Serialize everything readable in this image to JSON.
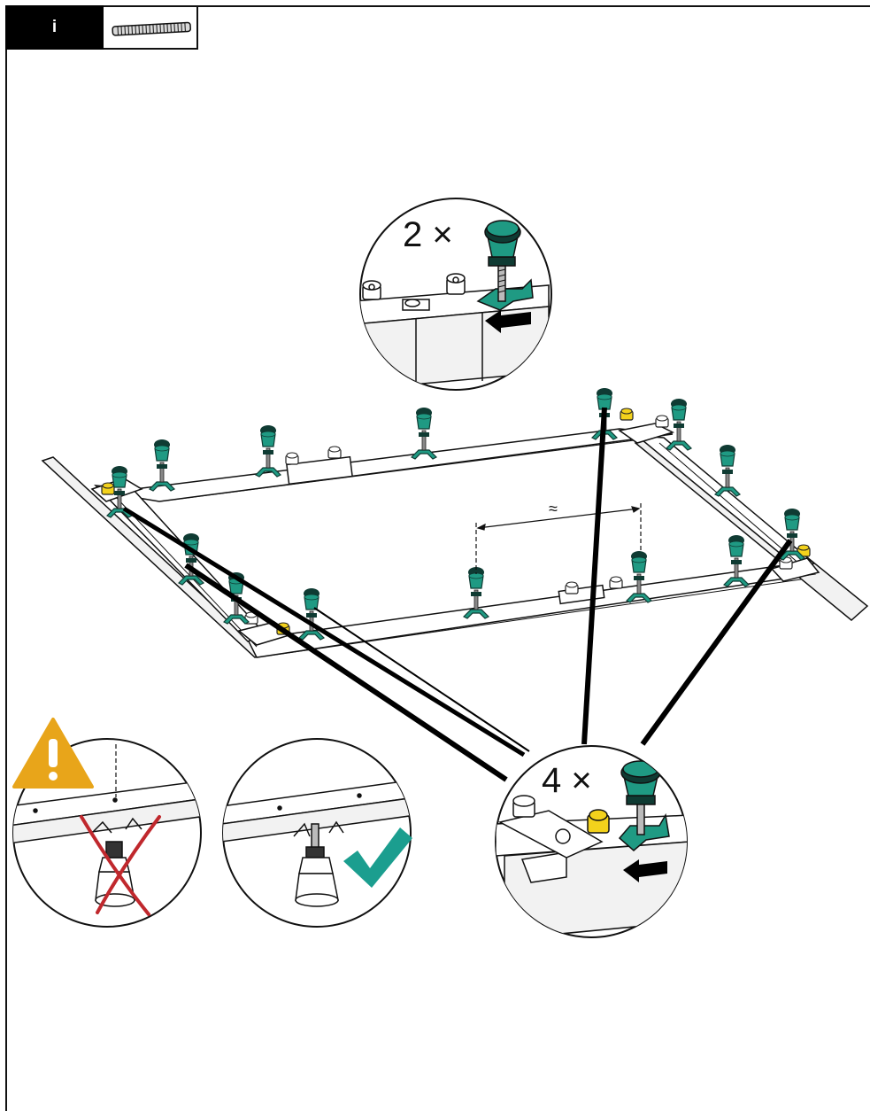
{
  "header": {
    "info_label": "i",
    "part_icon": "threaded-rod-icon"
  },
  "callouts": {
    "top_count": "2 ×",
    "bottom_count": "4 ×"
  },
  "dimension": {
    "symbol": "≈"
  },
  "icons": {
    "warning": "warning-triangle-icon",
    "wrong": "red-cross-icon",
    "correct": "green-check-icon"
  },
  "colors": {
    "foot_green": "#1f9a83",
    "foot_dark": "#0f3b33",
    "clip_yellow": "#f3d21c",
    "warning_amber": "#e8a51a",
    "cross_red": "#c0282d",
    "check_teal": "#1b9e8f",
    "line": "#111111"
  }
}
